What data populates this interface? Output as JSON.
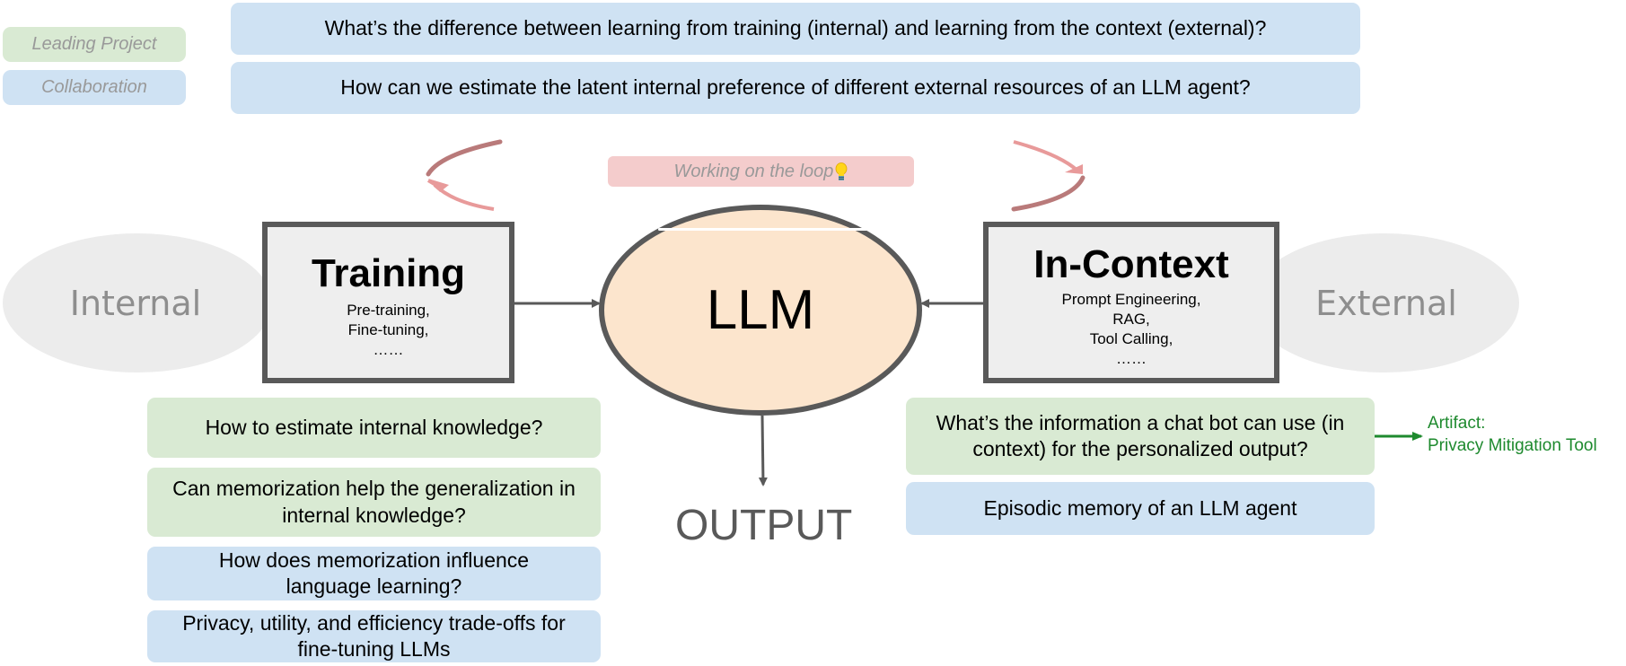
{
  "legend": {
    "leading_project": "Leading Project",
    "collaboration": "Collaboration"
  },
  "top_questions": [
    "What’s the difference between learning from training (internal) and learning from the context (external)?",
    "How can we estimate the latent internal preference of different external resources of an LLM agent?"
  ],
  "loop": {
    "label": "Working on the loop",
    "icon": "lightbulb-icon"
  },
  "internal": {
    "label": "Internal"
  },
  "external": {
    "label": "External"
  },
  "training": {
    "title": "Training",
    "items": [
      "Pre-training,",
      "Fine-tuning,",
      "……"
    ]
  },
  "in_context": {
    "title": "In-Context",
    "items": [
      "Prompt Engineering,",
      "RAG,",
      "Tool Calling,",
      "……"
    ]
  },
  "llm": {
    "label": "LLM"
  },
  "output": {
    "label": "OUTPUT"
  },
  "left_questions": [
    {
      "text": "How to estimate internal knowledge?",
      "type": "leading"
    },
    {
      "text": "Can memorization help the generalization in internal knowledge?",
      "type": "leading"
    },
    {
      "text": "How does memorization influence language learning?",
      "type": "collaboration"
    },
    {
      "text": "Privacy, utility, and efficiency trade-offs for fine-tuning LLMs",
      "type": "collaboration"
    }
  ],
  "right_questions": [
    {
      "text": "What’s the information a chat bot can use (in context) for the personalized output?",
      "type": "leading"
    },
    {
      "text": "Episodic memory of an LLM agent",
      "type": "collaboration"
    }
  ],
  "artifact": {
    "line1": "Artifact:",
    "line2": "Privacy Mitigation Tool"
  },
  "colors": {
    "leading": "#d9ead3",
    "collaboration": "#cfe2f3",
    "loop_box": "#f4cccc",
    "llm_fill": "#fce5cd",
    "artifact": "#1e8a2e"
  }
}
